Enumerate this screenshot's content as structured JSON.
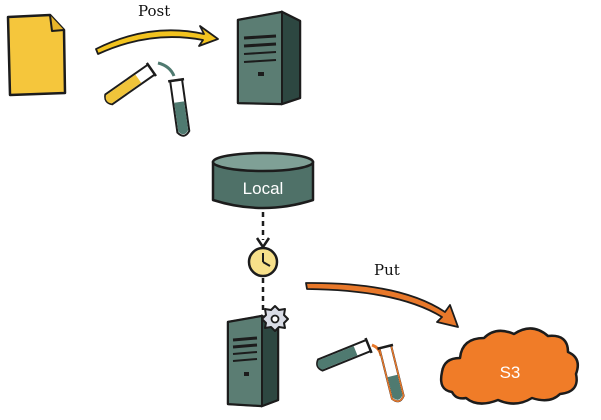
{
  "labels": {
    "post": "Post",
    "local": "Local",
    "put": "Put",
    "s3": "S3"
  },
  "icons": [
    "document-icon",
    "server-icon",
    "test-tube-icon",
    "database-icon",
    "clock-icon",
    "gear-icon",
    "cloud-icon"
  ],
  "colors": {
    "document": "#f5c63c",
    "post_arrow": "#f2c31f",
    "server": "#4e6f66",
    "server_dark": "#2d4741",
    "tube_liquid_yellow": "#f0c43a",
    "tube_liquid_teal": "#4f7a70",
    "database": "#4f7168",
    "clock": "#f7e08a",
    "gear": "#d9dce6",
    "put_arrow": "#e8782a",
    "cloud": "#f07c28",
    "outline": "#1c1c1c"
  }
}
